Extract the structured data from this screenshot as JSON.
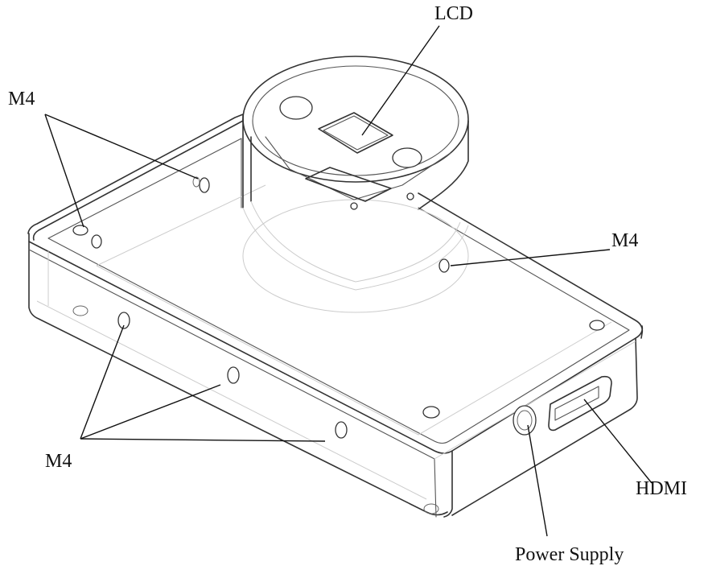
{
  "labels": {
    "lcd": "LCD",
    "m4_top_left": "M4",
    "m4_right": "M4",
    "m4_bottom_left": "M4",
    "hdmi": "HDMI",
    "power_supply": "Power Supply"
  },
  "colors": {
    "line": "#333333",
    "hidden_line": "#bbbbbb",
    "text": "#111111",
    "background": "#ffffff"
  }
}
